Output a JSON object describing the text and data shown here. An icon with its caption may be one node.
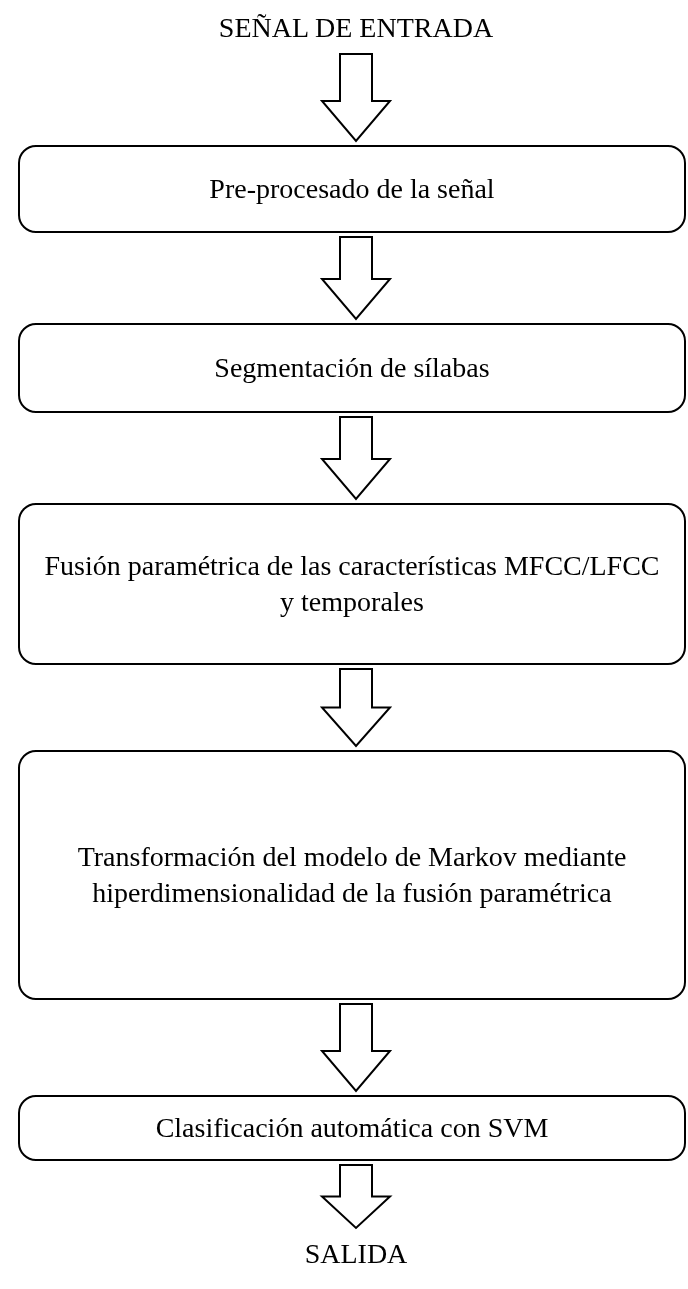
{
  "diagram": {
    "nodes": [
      {
        "text": [
          "SEÑAL DE ENTRADA"
        ]
      },
      {
        "text": [
          "Pre-procesado de la señal"
        ]
      },
      {
        "text": [
          "Segmentación de sílabas"
        ]
      },
      {
        "text": [
          "Fusión paramétrica de las características MFCC/LFCC y temporales"
        ]
      },
      {
        "text": [
          "Transformación del modelo de Markov mediante hiperdimensionalidad de la fusión paramétrica"
        ]
      },
      {
        "text": [
          "Clasificación automática con SVM"
        ]
      },
      {
        "text": [
          "SALIDA"
        ]
      }
    ],
    "edges": [
      {
        "from": 0,
        "to": 1,
        "arrow": "to"
      },
      {
        "from": 1,
        "to": 2,
        "arrow": "to"
      },
      {
        "from": 2,
        "to": 3,
        "arrow": "to"
      },
      {
        "from": 3,
        "to": 4,
        "arrow": "to"
      },
      {
        "from": 4,
        "to": 5,
        "arrow": "to"
      },
      {
        "from": 5,
        "to": 6,
        "arrow": "to"
      }
    ]
  }
}
